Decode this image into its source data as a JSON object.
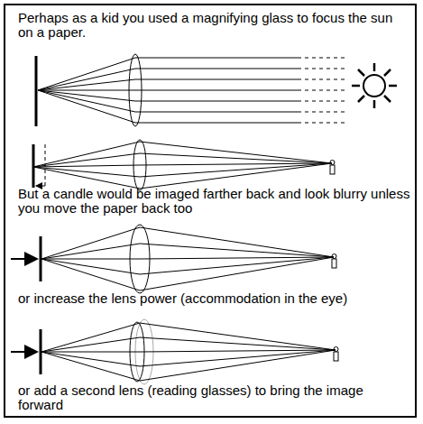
{
  "diagram": {
    "labels": [
      "Perhaps as a kid you used a magnifying glass to focus the sun on a paper.",
      "But a candle would be imaged farther back and look blurry unless you move the paper back too",
      "or increase the lens power (accommodation in the eye)",
      "or add a second lens (reading glasses) to bring the image forward"
    ]
  }
}
